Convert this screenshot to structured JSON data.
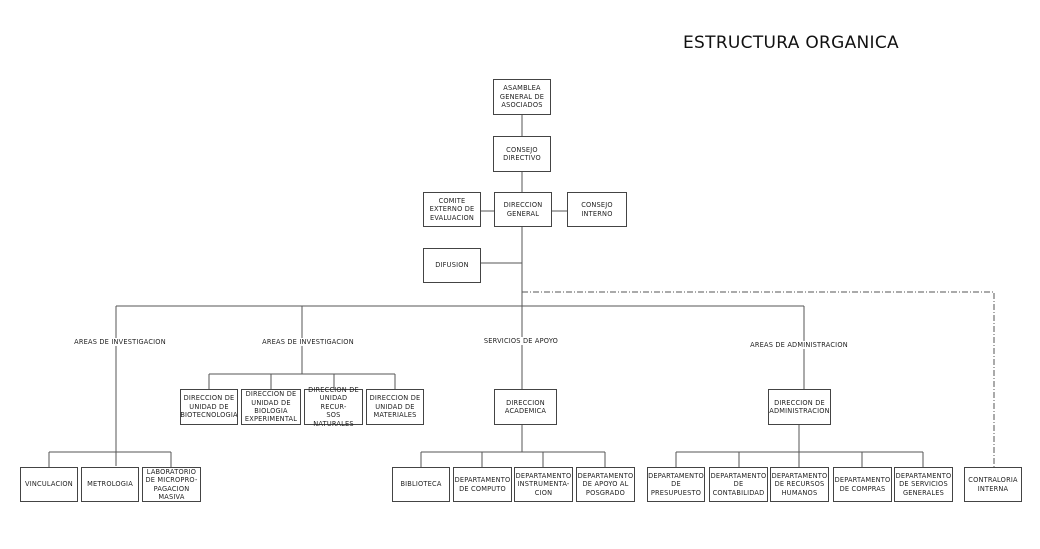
{
  "title": "ESTRUCTURA ORGANICA",
  "nodes": {
    "asamblea": "ASAMBLEA\nGENERAL DE\nASOCIADOS",
    "consejo_directivo": "CONSEJO\nDIRECTIVO",
    "direccion_general": "DIRECCION\nGENERAL",
    "comite": "COMITE\nEXTERNO DE\nEVALUACION",
    "consejo_interno": "CONSEJO\nINTERNO",
    "difusion": "DIFUSION",
    "dir_biotecnologia": "DIRECCION DE\nUNIDAD DE\nBIOTECNOLOGIA",
    "dir_biologia": "DIRECCION DE\nUNIDAD DE\nBIOLOGIA\nEXPERIMENTAL",
    "dir_recursos": "DIRECCION DE\nUNIDAD RECUR-\nSOS NATURALES",
    "dir_materiales": "DIRECCION DE\nUNIDAD DE\nMATERIALES",
    "dir_academica": "DIRECCION\nACADEMICA",
    "dir_administracion": "DIRECCION DE\nADMINISTRACION",
    "vinculacion": "VINCULACION",
    "metrologia": "METROLOGIA",
    "laboratorio": "LABORATORIO\nDE MICROPRO-\nPAGACION\nMASIVA",
    "biblioteca": "BIBLIOTECA",
    "dep_computo": "DEPARTAMENTO\nDE COMPUTO",
    "dep_instrumentacion": "DEPARTAMENTO\nINSTRUMENTA-\nCION",
    "dep_apoyo_posgrado": "DEPARTAMENTO\nDE APOYO AL\nPOSGRADO",
    "dep_presupuesto": "DEPARTAMENTO\nDE\nPRESUPUESTO",
    "dep_contabilidad": "DEPARTAMENTO\nDE\nCONTABILIDAD",
    "dep_recursos_humanos": "DEPARTAMENTO\nDE RECURSOS\nHUMANOS",
    "dep_compras": "DEPARTAMENTO\nDE COMPRAS",
    "dep_servicios_generales": "DEPARTAMENTO\nDE SERVICIOS\nGENERALES",
    "contraloria": "CONTRALORIA\nINTERNA"
  },
  "labels": {
    "areas_investigacion_1": "AREAS DE INVESTIGACION",
    "areas_investigacion_2": "AREAS DE INVESTIGACION",
    "servicios_apoyo": "SERVICIOS DE APOYO",
    "areas_administracion": "AREAS DE ADMINISTRACION"
  },
  "colors": {
    "line": "#555555",
    "border": "#444444"
  }
}
